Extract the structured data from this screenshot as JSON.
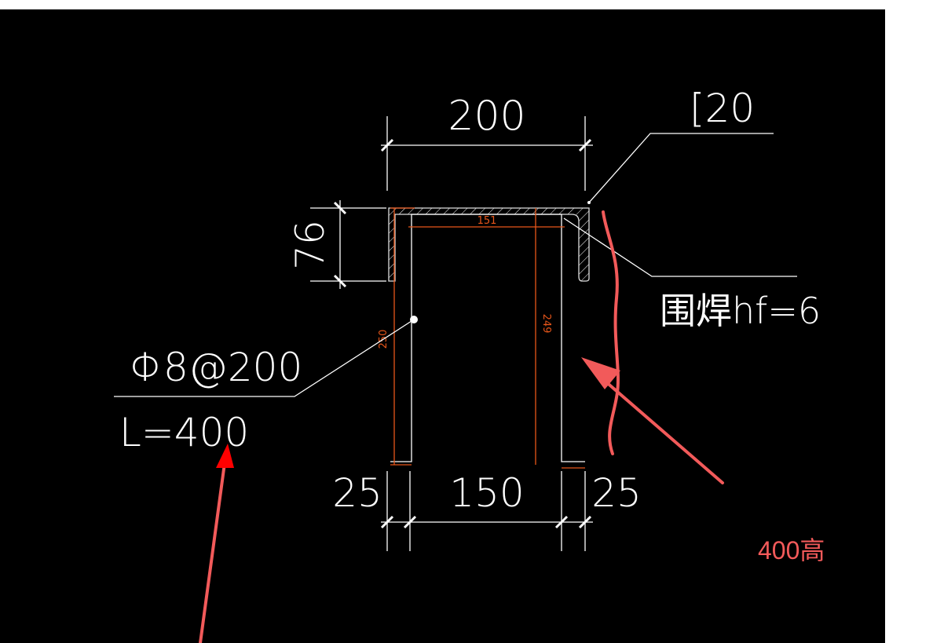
{
  "drawing": {
    "top_width": "200",
    "section_label": "[20",
    "flange_height": "76",
    "inner_width": "151",
    "left_height": "250",
    "right_height": "249",
    "weld_note": "围焊hf=6",
    "rebar_spec": "Φ8@200",
    "rebar_length": "L=400",
    "bottom_left": "25",
    "bottom_mid": "150",
    "bottom_right": "25"
  },
  "annotation": {
    "note": "400高",
    "color": "#f25a5a"
  },
  "colors": {
    "background": "#000000",
    "lines": "#ffffff",
    "dimensions": "#e8561a"
  }
}
